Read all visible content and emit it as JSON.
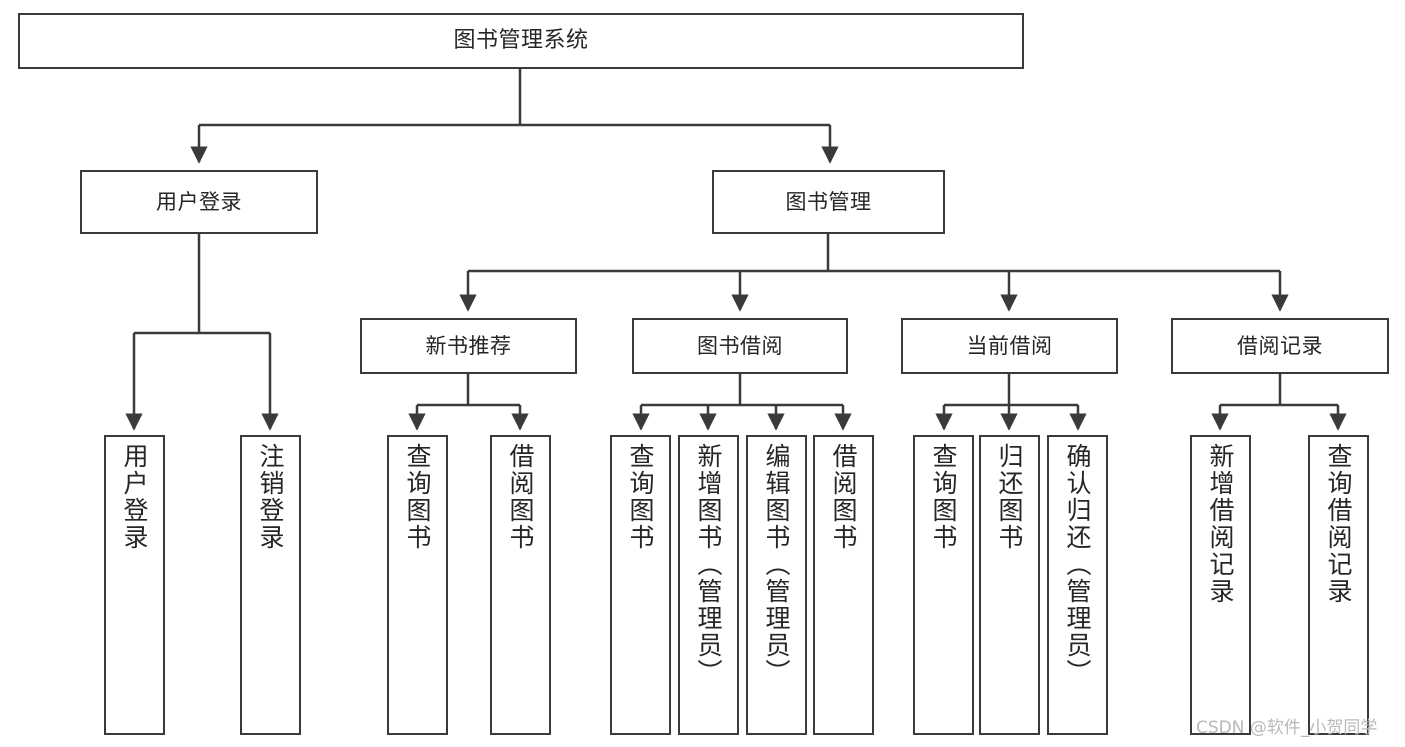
{
  "diagram": {
    "title": "图书管理系统",
    "type": "functional-structure-tree",
    "colors": {
      "background": "#ffffff",
      "box_border": "#3a3a3a",
      "box_fill": "#ffffff",
      "text": "#262626",
      "connector": "#3a3a3a",
      "watermark": "#b9b9b9"
    },
    "watermark": "CSDN @软件_小贺同学"
  },
  "nodes": {
    "root": {
      "label": "图书管理系统"
    },
    "level1": [
      {
        "id": "user-login",
        "label": "用户登录"
      },
      {
        "id": "book-manage",
        "label": "图书管理"
      }
    ],
    "level2": [
      {
        "id": "new-book-recommend",
        "label": "新书推荐"
      },
      {
        "id": "book-borrow",
        "label": "图书借阅"
      },
      {
        "id": "current-borrow",
        "label": "当前借阅"
      },
      {
        "id": "borrow-record",
        "label": "借阅记录"
      }
    ],
    "leaves": [
      {
        "id": "leaf-user-login",
        "label": "用户登录",
        "parent": "user-login"
      },
      {
        "id": "leaf-user-logout",
        "label": "注销登录",
        "parent": "user-login"
      },
      {
        "id": "leaf-query-book-1",
        "label": "查询图书",
        "parent": "new-book-recommend"
      },
      {
        "id": "leaf-borrow-book-1",
        "label": "借阅图书",
        "parent": "new-book-recommend"
      },
      {
        "id": "leaf-query-book-2",
        "label": "查询图书",
        "parent": "book-borrow"
      },
      {
        "id": "leaf-add-book",
        "label": "新增图书（管理员）",
        "parent": "book-borrow"
      },
      {
        "id": "leaf-edit-book",
        "label": "编辑图书（管理员）",
        "parent": "book-borrow"
      },
      {
        "id": "leaf-borrow-book-2",
        "label": "借阅图书",
        "parent": "book-borrow"
      },
      {
        "id": "leaf-query-book-3",
        "label": "查询图书",
        "parent": "current-borrow"
      },
      {
        "id": "leaf-return-book",
        "label": "归还图书",
        "parent": "current-borrow"
      },
      {
        "id": "leaf-confirm-return",
        "label": "确认归还（管理员）",
        "parent": "current-borrow"
      },
      {
        "id": "leaf-add-record",
        "label": "新增借阅记录",
        "parent": "borrow-record"
      },
      {
        "id": "leaf-query-record",
        "label": "查询借阅记录",
        "parent": "borrow-record"
      }
    ]
  }
}
